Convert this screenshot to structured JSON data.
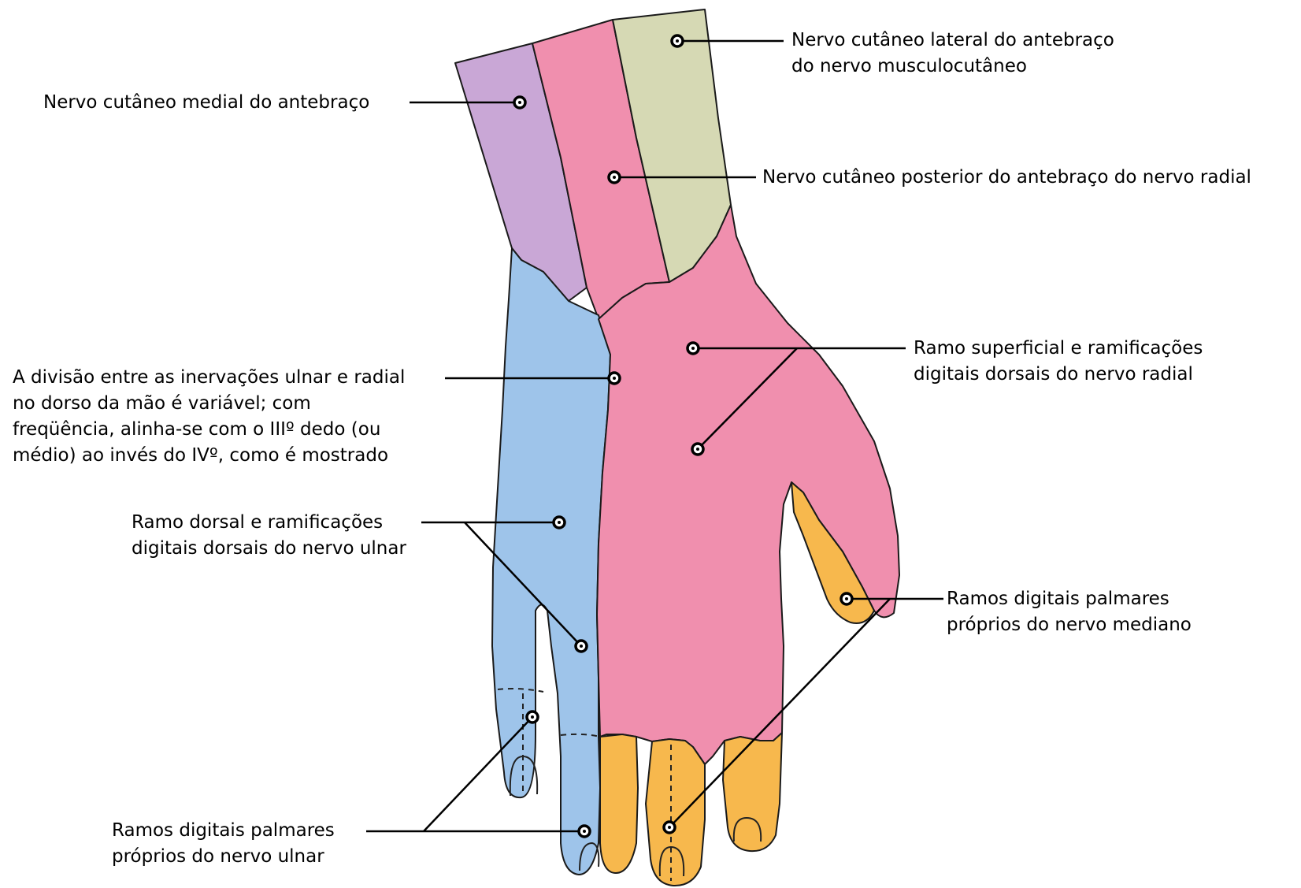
{
  "colors": {
    "medial_antebraco": "#c9a7d6",
    "radial_posterior": "#f08fae",
    "musculocutaneo": "#d6d9b4",
    "ulnar": "#9ec4ea",
    "mediano": "#f7b84d",
    "outline": "#1a1a1a"
  },
  "labels": {
    "lateral_antebraco": [
      "Nervo cutâneo lateral do antebraço",
      "do nervo musculocutâneo"
    ],
    "medial_antebraco": [
      "Nervo cutâneo medial do antebraço"
    ],
    "posterior_antebraco": [
      "Nervo cutâneo posterior do antebraço do nervo radial"
    ],
    "ramo_superficial": [
      "Ramo superficial e ramificações",
      "digitais dorsais do nervo radial"
    ],
    "divisao": [
      "A divisão entre as inervações ulnar e radial",
      "no dorso da mão é variável; com",
      "freqüência, alinha-se com o IIIº dedo (ou",
      "médio) ao invés do IVº, como é mostrado"
    ],
    "ramo_dorsal": [
      "Ramo dorsal e ramificações",
      "digitais dorsais do nervo ulnar"
    ],
    "mediano": [
      "Ramos digitais palmares",
      "próprios do nervo mediano"
    ],
    "ulnar_palmar": [
      "Ramos digitais palmares",
      "próprios do nervo ulnar"
    ]
  }
}
